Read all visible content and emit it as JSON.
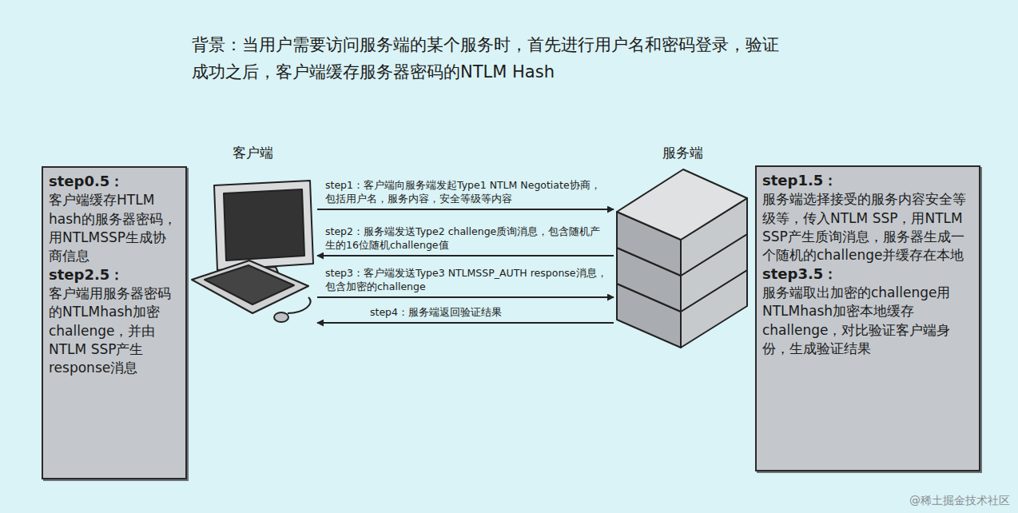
{
  "diagram": {
    "title": "背景：当用户需要访问服务端的某个服务时，首先进行用户名和密码登录，验证成功之后，客户端缓存服务器密码的NTLM Hash",
    "nodes": [
      {
        "text": [
          "step0.5：",
          "客户端缓存HTLM hash的服务器密码，用NTLMSSP生成协商信息",
          "step2.5：",
          "客户端用服务器密码的NTLMhash加密challenge，并由NTLM SSP产生response消息"
        ]
      },
      {
        "text": [
          "客户端"
        ]
      },
      {
        "text": [
          "服务端"
        ]
      },
      {
        "text": [
          "step1.5：",
          "服务端选择接受的服务内容安全等级等，传入NTLM SSP，用NTLM SSP产生质询消息，服务器生成一个随机的challenge并缓存在本地",
          "step3.5：",
          "服务端取出加密的challenge用NTLMhash加密本地缓存challenge，对比验证客户端身份，生成验证结果"
        ]
      }
    ],
    "edges": [
      {
        "from": 1,
        "to": 2,
        "arrow": "to",
        "label": "step1：客户端向服务端发起Type1 NTLM Negotiate协商，包括用户名，服务内容，安全等级等内容"
      },
      {
        "from": 2,
        "to": 1,
        "arrow": "to",
        "label": "step2：服务端发送Type2 challenge质询消息，包含随机产生的16位随机challenge值"
      },
      {
        "from": 1,
        "to": 2,
        "arrow": "to",
        "label": "step3：客户端发送Type3 NTLMSSP_AUTH response消息，包含加密的challenge"
      },
      {
        "from": 2,
        "to": 1,
        "arrow": "to",
        "label": "step4：服务端返回验证结果"
      }
    ],
    "labels": [
      "@稀土掘金技术社区"
    ]
  }
}
